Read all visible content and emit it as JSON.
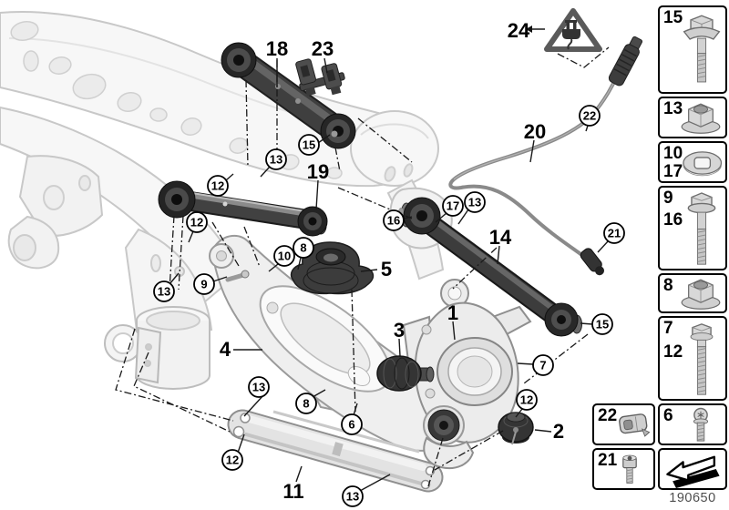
{
  "diagram": {
    "circled_callouts": [
      "12",
      "12",
      "13",
      "15",
      "13",
      "9",
      "10",
      "8",
      "16",
      "17",
      "13",
      "22",
      "21",
      "15",
      "7",
      "12",
      "13",
      "8",
      "6",
      "12",
      "13"
    ],
    "plain_callouts": [
      "18",
      "23",
      "24",
      "20",
      "19",
      "14",
      "5",
      "4",
      "3",
      "1",
      "2",
      "11"
    ],
    "warning": {
      "icon": "electrical-connector-warning-icon"
    }
  },
  "parts_panel": {
    "cells": [
      {
        "labels": [
          "15"
        ],
        "icon": "hex-bolt-with-washer-icon"
      },
      {
        "labels": [
          "13"
        ],
        "icon": "flange-nut-icon"
      },
      {
        "labels": [
          "10",
          "17"
        ],
        "icon": "washer-icon"
      },
      {
        "labels": [
          "9",
          "16"
        ],
        "icon": "long-flange-bolt-icon"
      },
      {
        "labels": [
          "8"
        ],
        "icon": "flange-nut-icon"
      },
      {
        "labels": [
          "7",
          "12"
        ],
        "icon": "long-hex-bolt-icon"
      },
      {
        "labels": [
          "6"
        ],
        "icon": "torx-screw-icon"
      }
    ],
    "side_cells": [
      {
        "labels": [
          "22"
        ],
        "icon": "cable-clip-icon"
      },
      {
        "labels": [
          "21"
        ],
        "icon": "socket-head-screw-icon"
      }
    ],
    "back_cell": {
      "icon": "back-arrow-icon"
    }
  },
  "footer": {
    "drawing_number": "190650"
  },
  "colors": {
    "part_dark": "#3a3a3a",
    "part_light": "#ededed",
    "outline": "#000000"
  }
}
